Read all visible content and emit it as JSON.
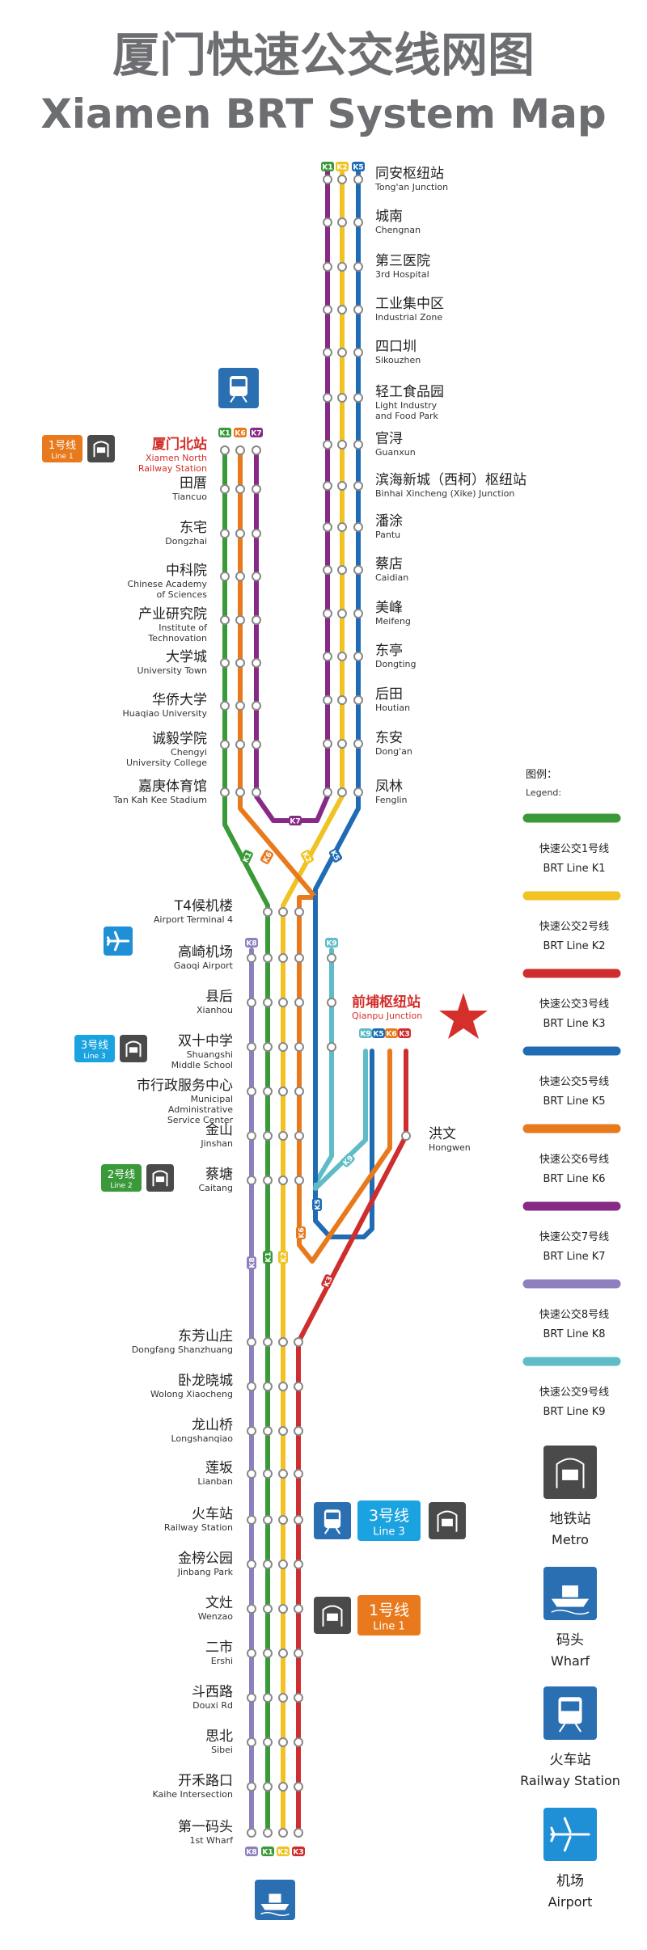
{
  "title": {
    "zh": "厦门快速公交线网图",
    "en": "Xiamen BRT System Map"
  },
  "colors": {
    "K1": "#3a9a3a",
    "K2": "#f0c222",
    "K3": "#cf2e2e",
    "K5": "#1f6cb5",
    "K6": "#e8791c",
    "K7": "#862a86",
    "K8": "#8e7fbf",
    "K9": "#5fbcc6"
  },
  "trunk_top_tags": [
    "K1",
    "K2",
    "K5"
  ],
  "trunk_stations": [
    {
      "zh": "同安枢纽站",
      "en": "Tong'an Junction"
    },
    {
      "zh": "城南",
      "en": "Chengnan"
    },
    {
      "zh": "第三医院",
      "en": "3rd Hospital"
    },
    {
      "zh": "工业集中区",
      "en": "Industrial Zone"
    },
    {
      "zh": "四口圳",
      "en": "Sikouzhen"
    },
    {
      "zh": "轻工食品园",
      "en": "Light Industry",
      "en2": "and Food Park"
    },
    {
      "zh": "官浔",
      "en": "Guanxun"
    },
    {
      "zh": "滨海新城（西柯）枢纽站",
      "en": "Binhai Xincheng (Xike) Junction"
    },
    {
      "zh": "潘涂",
      "en": "Pantu"
    },
    {
      "zh": "蔡店",
      "en": "Caidian"
    },
    {
      "zh": "美峰",
      "en": "Meifeng"
    },
    {
      "zh": "东亭",
      "en": "Dongting"
    },
    {
      "zh": "后田",
      "en": "Houtian"
    },
    {
      "zh": "东安",
      "en": "Dong'an"
    },
    {
      "zh": "凤林",
      "en": "Fenglin"
    }
  ],
  "north_tags": [
    "K1",
    "K6",
    "K7"
  ],
  "north_stations": [
    {
      "zh": "厦门北站",
      "en": "Xiamen North",
      "en2": "Railway Station",
      "highlight": true
    },
    {
      "zh": "田厝",
      "en": "Tiancuo"
    },
    {
      "zh": "东宅",
      "en": "Dongzhai"
    },
    {
      "zh": "中科院",
      "en": "Chinese Academy",
      "en2": "of Sciences"
    },
    {
      "zh": "产业研究院",
      "en": "Institute of",
      "en2": "Technovation"
    },
    {
      "zh": "大学城",
      "en": "University Town"
    },
    {
      "zh": "华侨大学",
      "en": "Huaqiao University"
    },
    {
      "zh": "诚毅学院",
      "en": "Chengyi",
      "en2": "University College"
    },
    {
      "zh": "嘉庚体育馆",
      "en": "Tan Kah Kee Stadium"
    }
  ],
  "k7_tag": "K7",
  "diag_tags": [
    "K1",
    "K6",
    "K2",
    "K5"
  ],
  "south_stations": [
    {
      "zh": "T4候机楼",
      "en": "Airport Terminal 4"
    },
    {
      "zh": "高崎机场",
      "en": "Gaoqi Airport"
    },
    {
      "zh": "县后",
      "en": "Xianhou"
    },
    {
      "zh": "双十中学",
      "en": "Shuangshi",
      "en2": "Middle School"
    },
    {
      "zh": "市行政服务中心",
      "en": "Municipal",
      "en2": "Administrative",
      "en3": "Service Center"
    },
    {
      "zh": "金山",
      "en": "Jinshan"
    },
    {
      "zh": "蔡塘",
      "en": "Caitang"
    },
    {
      "zh": "东芳山庄",
      "en": "Dongfang Shanzhuang"
    },
    {
      "zh": "卧龙晓城",
      "en": "Wolong Xiaocheng"
    },
    {
      "zh": "龙山桥",
      "en": "Longshanqiao"
    },
    {
      "zh": "莲坂",
      "en": "Lianban"
    },
    {
      "zh": "火车站",
      "en": "Railway Station"
    },
    {
      "zh": "金榜公园",
      "en": "Jinbang Park"
    },
    {
      "zh": "文灶",
      "en": "Wenzao"
    },
    {
      "zh": "二市",
      "en": "Ershi"
    },
    {
      "zh": "斗西路",
      "en": "Douxi Rd"
    },
    {
      "zh": "思北",
      "en": "Sibei"
    },
    {
      "zh": "开禾路口",
      "en": "Kaihe Intersection"
    },
    {
      "zh": "第一码头",
      "en": "1st Wharf"
    }
  ],
  "k8_tag": "K8",
  "k9_tag": "K9",
  "qianpu": {
    "zh": "前埔枢纽站",
    "en": "Qianpu Junction",
    "tags": [
      "K9",
      "K5",
      "K6",
      "K3"
    ]
  },
  "hongwen": {
    "zh": "洪文",
    "en": "Hongwen"
  },
  "branch_tags": {
    "K9": "K9",
    "K5": "K5",
    "K6": "K6",
    "K3": "K3",
    "K8": "K8",
    "K1": "K1",
    "K2": "K2"
  },
  "bottom_tags": [
    "K8",
    "K1",
    "K2",
    "K3"
  ],
  "transfers": {
    "line1_small": {
      "zh": "1号线",
      "en": "Line 1"
    },
    "line3_small": {
      "zh": "3号线",
      "en": "Line 3"
    },
    "line2_small": {
      "zh": "2号线",
      "en": "Line 2"
    },
    "line3_big": {
      "zh": "3号线",
      "en": "Line 3"
    },
    "line1_big": {
      "zh": "1号线",
      "en": "Line 1"
    }
  },
  "legend": {
    "title_zh": "图例：",
    "title_en": "Legend:",
    "items": [
      {
        "line": "K1",
        "zh": "快速公交1号线",
        "en": "BRT Line K1"
      },
      {
        "line": "K2",
        "zh": "快速公交2号线",
        "en": "BRT Line K2"
      },
      {
        "line": "K3",
        "zh": "快速公交3号线",
        "en": "BRT Line K3"
      },
      {
        "line": "K5",
        "zh": "快速公交5号线",
        "en": "BRT Line K5"
      },
      {
        "line": "K6",
        "zh": "快速公交6号线",
        "en": "BRT Line K6"
      },
      {
        "line": "K7",
        "zh": "快速公交7号线",
        "en": "BRT Line K7"
      },
      {
        "line": "K8",
        "zh": "快速公交8号线",
        "en": "BRT Line K8"
      },
      {
        "line": "K9",
        "zh": "快速公交9号线",
        "en": "BRT Line K9"
      }
    ],
    "symbols": [
      {
        "icon": "metro-icon",
        "zh": "地铁站",
        "en": "Metro"
      },
      {
        "icon": "wharf-icon",
        "zh": "码头",
        "en": "Wharf"
      },
      {
        "icon": "train-icon",
        "zh": "火车站",
        "en": "Railway Station"
      },
      {
        "icon": "airport-icon",
        "zh": "机场",
        "en": "Airport"
      }
    ]
  }
}
